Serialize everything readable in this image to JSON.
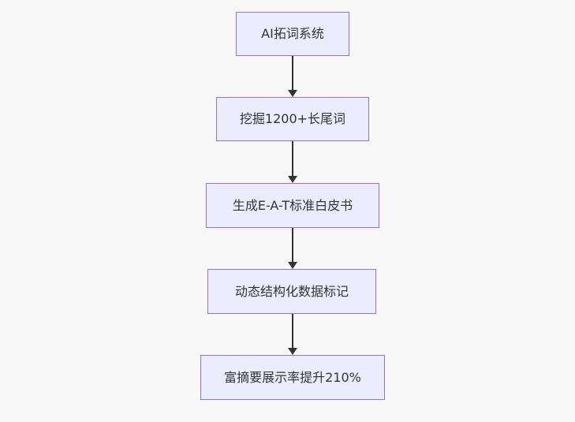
{
  "page": {
    "background_color": "#f8f8f8"
  },
  "diagram": {
    "type": "flowchart",
    "direction": "top-down",
    "node_fill_color": "#ECECFF",
    "node_border_color": "#9370DB",
    "edge_color": "#333333",
    "text_color": "#333333",
    "nodes": [
      {
        "label": "AI拓词系统"
      },
      {
        "label": "挖掘1200+长尾词"
      },
      {
        "label": "生成E-A-T标准白皮书"
      },
      {
        "label": "动态结构化数据标记"
      },
      {
        "label": "富摘要展示率提升210%"
      }
    ],
    "edges": [
      {
        "from": "AI拓词系统",
        "to": "挖掘1200+长尾词"
      },
      {
        "from": "挖掘1200+长尾词",
        "to": "生成E-A-T标准白皮书"
      },
      {
        "from": "生成E-A-T标准白皮书",
        "to": "动态结构化数据标记"
      },
      {
        "from": "动态结构化数据标记",
        "to": "富摘要展示率提升210%"
      }
    ]
  }
}
